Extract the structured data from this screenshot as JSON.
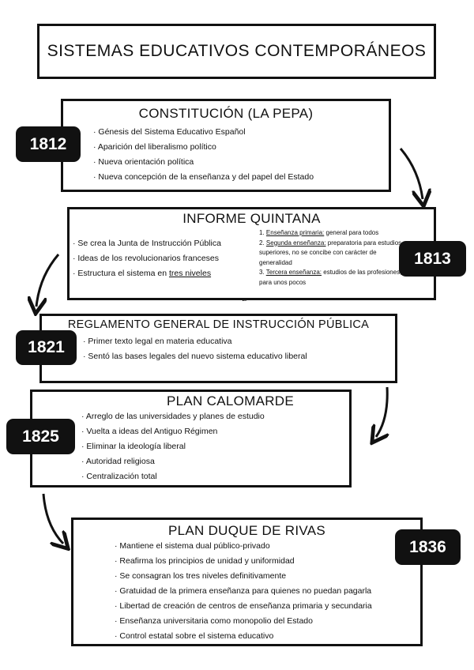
{
  "title": "SISTEMAS EDUCATIVOS CONTEMPORÁNEOS",
  "sections": [
    {
      "year": "1812",
      "title": "CONSTITUCIÓN (LA PEPA)",
      "items": [
        "Génesis del Sistema Educativo Español",
        "Aparición del liberalismo político",
        "Nueva orientación política",
        "Nueva concepción de la enseñanza y del papel del Estado"
      ]
    },
    {
      "year": "1813",
      "title": "INFORME QUINTANA",
      "items": [
        "Se crea la Junta de Instrucción Pública",
        "Ideas de los revolucionarios franceses",
        "Estructura el sistema en "
      ],
      "items_underlined": "tres niveles",
      "levels": [
        {
          "num": "1.",
          "name": "Enseñanza primaria:",
          "desc": " general para todos"
        },
        {
          "num": "2.",
          "name": "Segunda enseñanza:",
          "desc": " preparatoria para estudios superiores, no se concibe con carácter de generalidad"
        },
        {
          "num": "3.",
          "name": "Tercera enseñanza:",
          "desc": " estudios de las profesiones, para unos pocos"
        }
      ]
    },
    {
      "year": "1821",
      "title": "REGLAMENTO GENERAL DE INSTRUCCIÓN PÚBLICA",
      "items": [
        "Primer texto legal en materia educativa",
        "Sentó las bases legales del nuevo sistema educativo liberal"
      ]
    },
    {
      "year": "1825",
      "title": "PLAN CALOMARDE",
      "items": [
        "Arreglo de las universidades y planes de estudio",
        "Vuelta a ideas del Antiguo Régimen",
        "Eliminar la ideología liberal",
        "Autoridad religiosa",
        "Centralización total"
      ]
    },
    {
      "year": "1836",
      "title": "PLAN DUQUE DE RIVAS",
      "items": [
        "Mantiene el sistema dual público-privado",
        "Reafirma los principios de unidad y uniformidad",
        "Se consagran los tres niveles definitivamente",
        "Gratuidad de la primera enseñanza para quienes no puedan pagarla",
        "Libertad de creación de centros de enseñanza primaria y secundaria",
        "Enseñanza universitaria como monopolio del Estado",
        "Control estatal sobre el sistema educativo"
      ]
    }
  ]
}
